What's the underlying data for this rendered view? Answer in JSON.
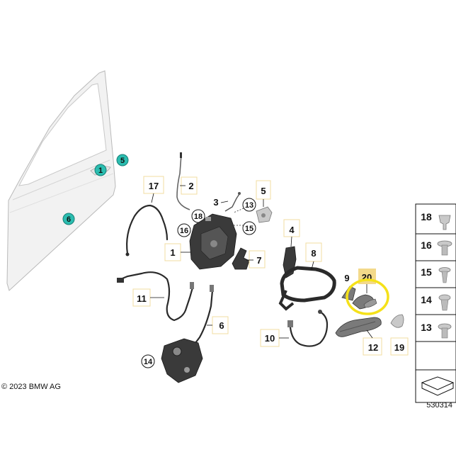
{
  "diagram": {
    "copyright": "© 2023 BMW AG",
    "diagram_number": "530314",
    "callouts": {
      "c1": "1",
      "c2": "2",
      "c3": "3",
      "c4": "4",
      "c5": "5",
      "c6": "6",
      "c7": "7",
      "c8": "8",
      "c9": "9",
      "c10": "10",
      "c11": "11",
      "c12": "12",
      "c13": "13",
      "c14": "14",
      "c15": "15",
      "c16": "16",
      "c17": "17",
      "c18": "18",
      "c19": "19",
      "c20": "20",
      "door1": "1",
      "door5": "5",
      "door6": "6",
      "lower6": "6"
    },
    "panel": [
      "18",
      "16",
      "15",
      "14",
      "13"
    ],
    "colors": {
      "teal_marker": "#2bbdb0",
      "highlight_circle": "#f5e11a",
      "highlight_box": "#f3d98a",
      "label_box_frame": "#f2dca0"
    }
  }
}
